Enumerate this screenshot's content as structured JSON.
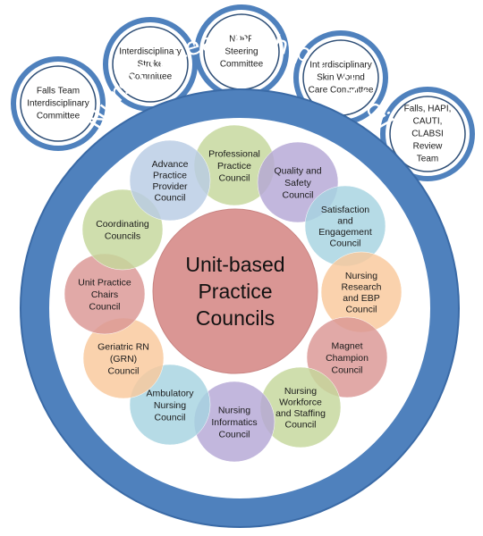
{
  "title": "Nursing Leadership Council",
  "center": {
    "lines": [
      "Unit-based",
      "Practice",
      "Councils"
    ]
  },
  "committees": [
    {
      "id": "falls",
      "lines": [
        "Falls Team",
        "Interdisciplinary",
        "Committee"
      ]
    },
    {
      "id": "stroke",
      "lines": [
        "Interdisciplinary",
        "Stroke",
        "Committee"
      ]
    },
    {
      "id": "ndpp",
      "lines": [
        "NDPP",
        "Steering",
        "Committee"
      ]
    },
    {
      "id": "skin",
      "lines": [
        "Interdisciplinary",
        "Skin Wound",
        "Care Committee"
      ]
    },
    {
      "id": "hapi",
      "lines": [
        "Falls, HAPI,",
        "CAUTI,",
        "CLABSI",
        "Review",
        "Team"
      ]
    }
  ],
  "councils": [
    {
      "id": "professional-practice",
      "lines": [
        "Professional",
        "Practice",
        "Council"
      ],
      "color": "#C4D79B"
    },
    {
      "id": "quality-safety",
      "lines": [
        "Quality and",
        "Safety",
        "Council"
      ],
      "color": "#B4A7D6"
    },
    {
      "id": "satisfaction",
      "lines": [
        "Satisfaction",
        "and",
        "Engagement",
        "Council"
      ],
      "color": "#A6D3E0"
    },
    {
      "id": "research-ebp",
      "lines": [
        "Nursing",
        "Research",
        "and EBP",
        "Council"
      ],
      "color": "#F9C89B"
    },
    {
      "id": "magnet",
      "lines": [
        "Magnet",
        "Champion",
        "Council"
      ],
      "color": "#DA9694"
    },
    {
      "id": "workforce",
      "lines": [
        "Nursing",
        "Workforce",
        "and Staffing",
        "Council"
      ],
      "color": "#C4D79B"
    },
    {
      "id": "informatics",
      "lines": [
        "Nursing",
        "Informatics",
        "Council"
      ],
      "color": "#B4A7D6"
    },
    {
      "id": "ambulatory",
      "lines": [
        "Ambulatory",
        "Nursing",
        "Council"
      ],
      "color": "#A6D3E0"
    },
    {
      "id": "geriatric",
      "lines": [
        "Geriatric RN",
        "(GRN)",
        "Council"
      ],
      "color": "#F9C89B"
    },
    {
      "id": "unit-practice-chairs",
      "lines": [
        "Unit Practice",
        "Chairs",
        "Council"
      ],
      "color": "#DA9694"
    },
    {
      "id": "coordinating",
      "lines": [
        "Coordinating",
        "Councils"
      ],
      "color": "#C4D79B"
    },
    {
      "id": "advance-practice",
      "lines": [
        "Advance",
        "Practice",
        "Provider",
        "Council"
      ],
      "color": "#B8CCE4"
    }
  ],
  "colors": {
    "ring": "#4F81BD",
    "ring_edge": "#3A6AA6",
    "center": "#DA9694"
  }
}
